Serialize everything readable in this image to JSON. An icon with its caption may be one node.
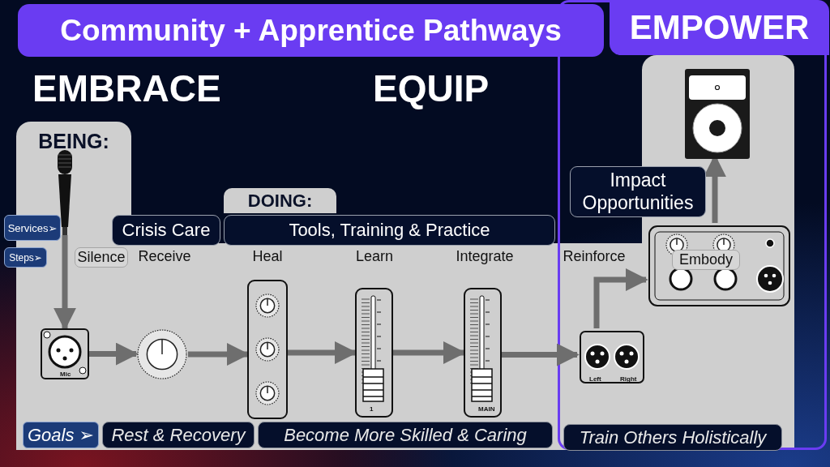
{
  "diagram": {
    "nodes": [
      {
        "text": [
          "Community + Apprentice Pathways"
        ]
      },
      {
        "text": [
          "EMPOWER"
        ]
      },
      {
        "text": [],
        "shape": "picture",
        "in": 1
      },
      {
        "text": [
          "BEING:"
        ]
      },
      {
        "text": [],
        "shape": "picture",
        "in": 3
      },
      {
        "text": [
          "DOING:"
        ]
      },
      {
        "text": [
          "Impact Opportunities"
        ],
        "in": 1
      },
      {
        "text": [
          "Services➢"
        ]
      },
      {
        "text": [
          "Crisis Care"
        ]
      },
      {
        "text": [
          "Tools, Training & Practice"
        ]
      },
      {
        "text": [],
        "shape": "picture",
        "in": 1
      },
      {
        "text": [
          "Steps➢"
        ]
      },
      {
        "text": [
          "Silence"
        ],
        "in": 3
      },
      {
        "text": [
          "Embody"
        ],
        "in": 10
      },
      {
        "text": [
          "Mic"
        ],
        "in": 3
      },
      {
        "text": [],
        "shape": "picture"
      },
      {
        "text": [],
        "shape": "picture"
      },
      {
        "text": [
          "1"
        ]
      },
      {
        "text": [
          "MAIN"
        ]
      },
      {
        "text": [
          "Left",
          "Right"
        ],
        "in": 1
      },
      {
        "text": [
          "Goals ➢"
        ],
        "in": 3
      },
      {
        "text": [
          "Rest & Recovery"
        ]
      },
      {
        "text": [
          "Become More Skilled & Caring"
        ]
      },
      {
        "text": [
          "Train Others Holistically"
        ],
        "in": 1
      }
    ],
    "edges": [
      {
        "from": 4,
        "to": 14,
        "arrow": "to"
      },
      {
        "from": 14,
        "to": 15,
        "arrow": "to"
      },
      {
        "from": 15,
        "to": 16,
        "arrow": "to"
      },
      {
        "from": 16,
        "to": 17,
        "arrow": "to"
      },
      {
        "from": 17,
        "to": 18,
        "arrow": "to"
      },
      {
        "from": 18,
        "to": 19,
        "arrow": "to"
      },
      {
        "from": 19,
        "to": 10,
        "arrow": "to"
      },
      {
        "from": 10,
        "to": 2,
        "arrow": "to"
      }
    ],
    "labels": [
      "EMBRACE",
      "EQUIP",
      "Receive",
      "Heal",
      "Learn",
      "Integrate",
      "Reinforce"
    ]
  }
}
